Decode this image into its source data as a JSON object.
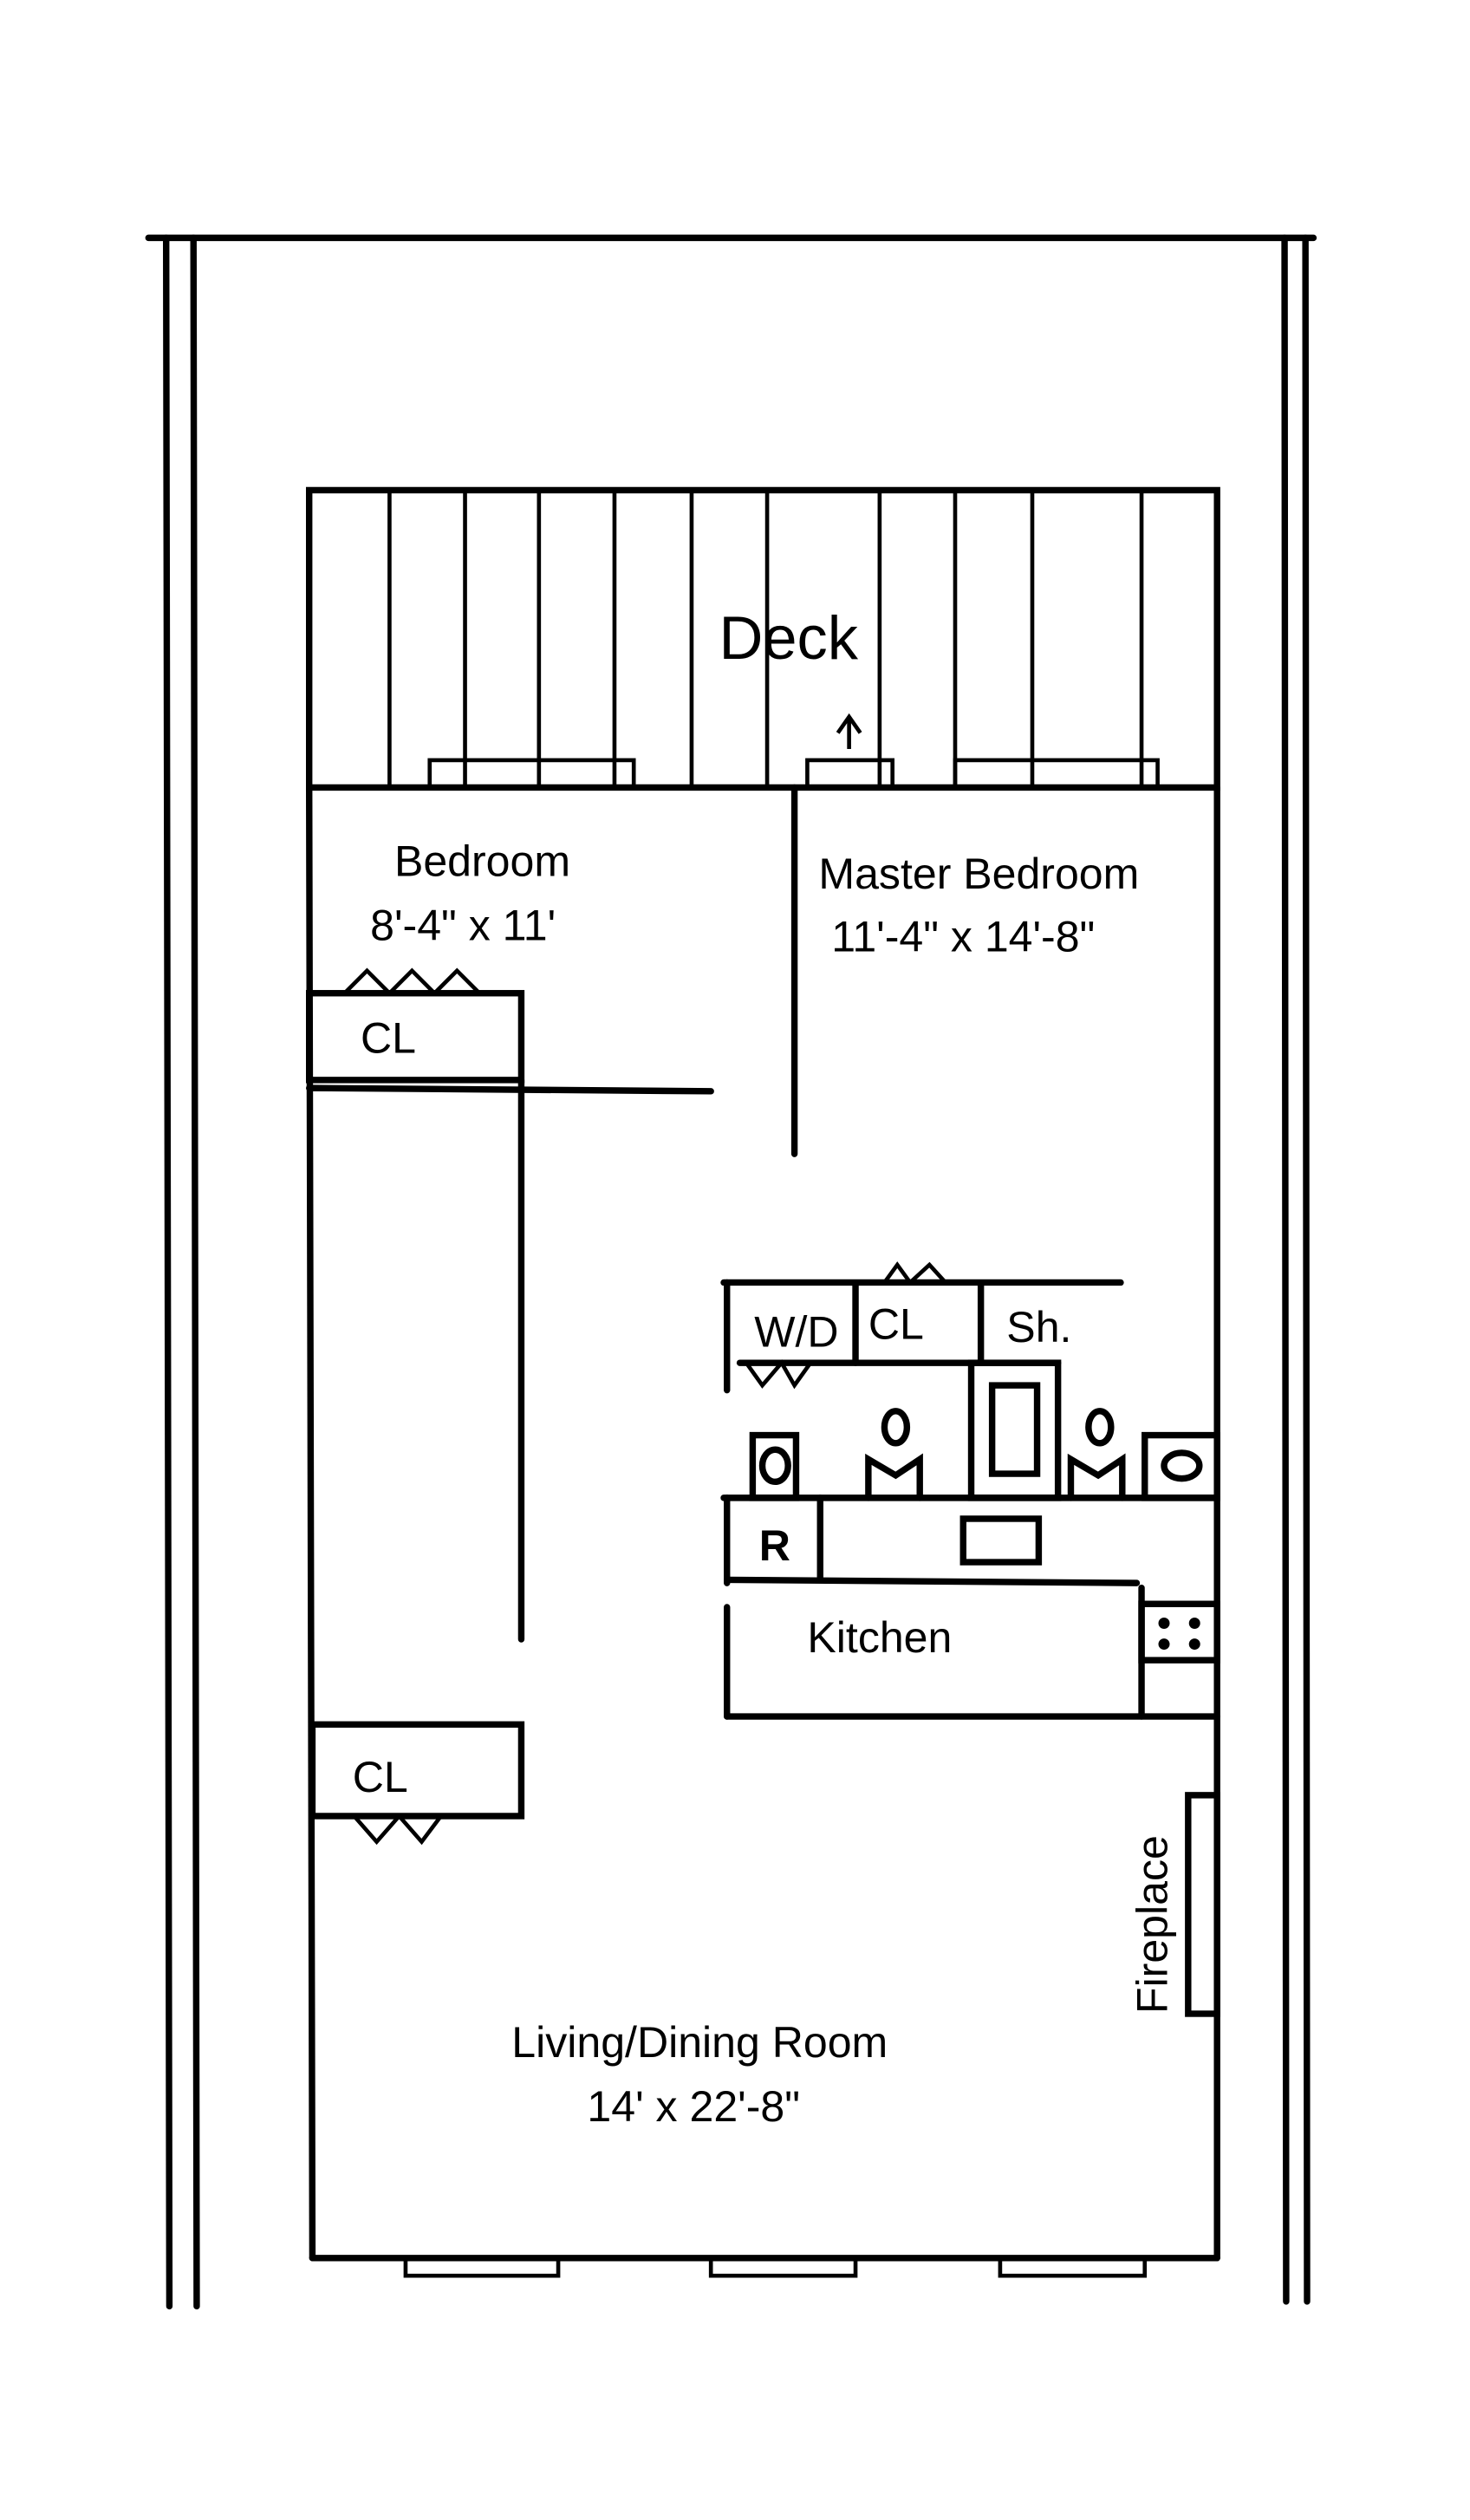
{
  "rooms": {
    "deck": "Deck",
    "bedroom": {
      "name": "Bedroom",
      "size": "8'-4\" x 11'"
    },
    "master_bedroom": {
      "name": "Master Bedroom",
      "size": "11'-4\" x 14'-8\""
    },
    "kitchen": "Kitchen",
    "living": {
      "name": "Living/Dining Room",
      "size": "14' x 22'-8\""
    },
    "fireplace": "Fireplace"
  },
  "fixtures": {
    "closet_bedroom": "CL",
    "closet_hall": "CL",
    "closet_kitchen": "CL",
    "washer_dryer": "W/D",
    "shower": "Sh.",
    "refrigerator": "R"
  },
  "colors": {
    "ink": "#000000",
    "paper": "#ffffff"
  }
}
